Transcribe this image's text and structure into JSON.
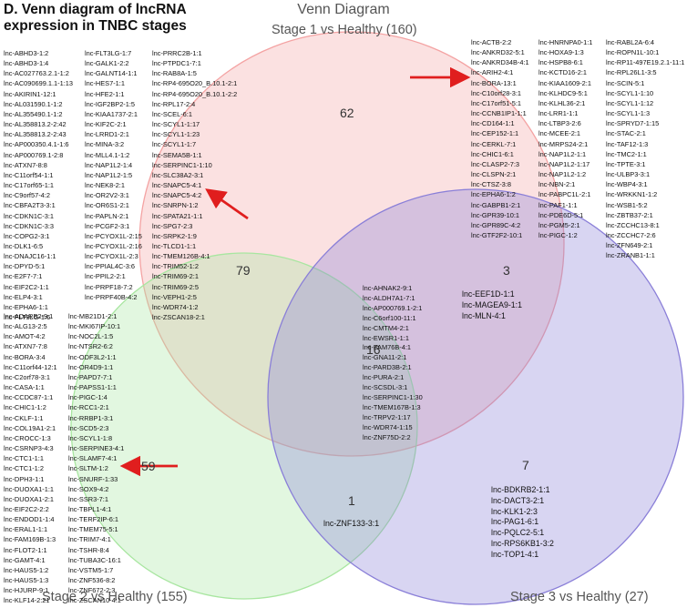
{
  "figure_title": "D. Venn diagram of lncRNA expression in TNBC stages",
  "diagram_title": "Venn Diagram",
  "sets": {
    "stage1": {
      "label": "Stage 1 vs Healthy (160)",
      "color": "#f4a3a3"
    },
    "stage2": {
      "label": "Stage 2 vs Healthy (155)",
      "color": "#a8e6a0"
    },
    "stage3": {
      "label": "Stage 3 vs Healthy (27)",
      "color": "#8a7fd8"
    }
  },
  "arrow_color": "#e01e1e",
  "region_counts": {
    "s1_only": "62",
    "s2_only": "59",
    "s3_only": "7",
    "s1_s2": "79",
    "s1_s3": "3",
    "s2_s3": "1",
    "all": "16"
  },
  "lists": {
    "s1_only_a": [
      "lnc-ACTB-2:2",
      "lnc-ANKRD32-5:1",
      "lnc-ANKRD34B-4:1",
      "lnc-ARIH2-4:1",
      "lnc-BORA-13:1",
      "lnc-C10orf28-3:1",
      "lnc-C17orf51-5:1",
      "lnc-CCNB1IP1-1:1",
      "lnc-CD164-1:1",
      "lnc-CEP152-1:1",
      "lnc-CERKL-7:1",
      "lnc-CHIC1-6:1",
      "lnc-CLASP2-7:3",
      "lnc-CLSPN-2:1",
      "lnc-CTSZ-3:8",
      "lnc-EPHA6-1:2",
      "lnc-GABPB1-2:1",
      "lnc-GPR39-10:1",
      "lnc-GPR89C-4:2",
      "lnc-GTF2F2-10:1"
    ],
    "s1_only_b": [
      "lnc-HNRNPA0-1:1",
      "lnc-HOXA9-1:3",
      "lnc-HSPB8-6:1",
      "lnc-KCTD16-2:1",
      "lnc-KIAA1609-2:1",
      "lnc-KLHDC9-5:1",
      "lnc-KLHL36-2:1",
      "lnc-LRR1-1:1",
      "lnc-LTBP3-2:6",
      "lnc-MCEE-2:1",
      "lnc-MRPS24-2:1",
      "lnc-NAP1L2-1:1",
      "lnc-NAP1L2-1:17",
      "lnc-NAP1L2-1:2",
      "lnc-NBN-2:1",
      "lnc-PABPC1L-2:1",
      "lnc-PAF1-1:1",
      "lnc-PDE6D-5:1",
      "lnc-PGM5-2:1",
      "lnc-PIGC-1:2"
    ],
    "s1_only_c": [
      "lnc-RABL2A-6:4",
      "lnc-ROPN1L-10:1",
      "lnc-RP11-497E19.2.1-11:1",
      "lnc-RPL26L1-3:5",
      "lnc-SCIN-5:1",
      "lnc-SCYL1-1:10",
      "lnc-SCYL1-1:12",
      "lnc-SCYL1-1:3",
      "lnc-SPRYD7-1:15",
      "lnc-STAC-2:1",
      "lnc-TAF12-1:3",
      "lnc-TMC2-1:1",
      "lnc-TPTE-3:1",
      "lnc-ULBP3-3:1",
      "lnc-WBP4-3:1",
      "lnc-WRKKN1-1:2",
      "lnc-WSB1-5:2",
      "lnc-ZBTB37-2:1",
      "lnc-ZCCHC13-8:1",
      "lnc-ZCCHC7-2:6",
      "lnc-ZFN649-2:1",
      "lnc-ZRANB1-1:1"
    ],
    "s1_s2_a": [
      "lnc-ABHD3-1:2",
      "lnc-ABHD3-1:4",
      "lnc-AC027763.2.1-1:2",
      "lnc-AC090699.1.1-1:13",
      "lnc-AKIRIN1-12:1",
      "lnc-AL031590.1-1:2",
      "lnc-AL355490.1-1:2",
      "lnc-AL358813.2-2:42",
      "lnc-AL358813.2-2:43",
      "lnc-AP000350.4.1-1:6",
      "lnc-AP000769.1-2:8",
      "lnc-ATXN7-8:8",
      "lnc-C11orf54-1:1",
      "lnc-C17orf65-1:1",
      "lnc-C9orf57-4:2",
      "lnc-CBFA2T3-3:1",
      "lnc-CDKN1C-3:1",
      "lnc-CDKN1C-3:3",
      "lnc-COPG2-3:1",
      "lnc-DLK1-6:5",
      "lnc-DNAJC16-1:1",
      "lnc-DPYD-5:1",
      "lnc-E2F7-7:1",
      "lnc-EIF2C2-1:1",
      "lnc-ELP4-3:1",
      "lnc-EPHA6-1:1",
      "lnc-FLT3LG-1:6"
    ],
    "s1_s2_b": [
      "lnc-FLT3LG-1:7",
      "lnc-GALK1-2:2",
      "lnc-GALNT14-1:1",
      "lnc-HES7-1:1",
      "lnc-HFE2-1:1",
      "lnc-IGF2BP2-1:5",
      "lnc-KIAA1737-2:1",
      "lnc-KIF2C-2:1",
      "lnc-LRRD1-2:1",
      "lnc-MINA-3:2",
      "lnc-MLL4.1-1:2",
      "lnc-NAP1L2-1:4",
      "lnc-NAP1L2-1:5",
      "lnc-NEK8-2:1",
      "lnc-OR2V2-3:1",
      "lnc-OR6S1-2:1",
      "lnc-PAPLN-2:1",
      "lnc-PCGF2-3:1",
      "lnc-PCYOX1L-2:15",
      "lnc-PCYOX1L-2:16",
      "lnc-PCYOX1L-2:3",
      "lnc-PPIAL4C-3:6",
      "lnc-PPIL2-2:1",
      "lnc-PRPF18-7:2",
      "lnc-PRPF40B-4:2"
    ],
    "s1_s2_c": [
      "lnc-PRRC2B-1:1",
      "lnc-PTPDC1-7:1",
      "lnc-RAB8A-1:5",
      "lnc-RP4-695O20_B.10.1-2:1",
      "lnc-RP4-695O20_B.10.1-2:2",
      "lnc-RPL17-2:4",
      "lnc-SCEL-6:1",
      "lnc-SCYL1-1:17",
      "lnc-SCYL1-1:23",
      "lnc-SCYL1-1:7",
      "lnc-SEMA5B-1:1",
      "lnc-SERPINC1-1:10",
      "lnc-SLC38A2-3:1",
      "lnc-SNAPC5-4:1",
      "lnc-SNAPC5-4:2",
      "lnc-SNRPN-1:2",
      "lnc-SPATA21-1:1",
      "lnc-SPG7-2:3",
      "lnc-SRPK2-1:9",
      "lnc-TLCD1-1:1",
      "lnc-TMEM126B-4:1",
      "lnc-TRIM52-1:2",
      "lnc-TRIM69-2:1",
      "lnc-TRIM69-2:5",
      "lnc-VEPH1-2:5",
      "lnc-WDR74-1:2",
      "lnc-ZSCAN18-2:1"
    ],
    "s2_only_a": [
      "lnc-ADARB2-9:1",
      "lnc-ALG13-2:5",
      "lnc-AMOT-4:2",
      "lnc-ATXN7-7:8",
      "lnc-BORA-3:4",
      "lnc-C11orf44-12:1",
      "lnc-C2orf78-3:1",
      "lnc-CASA-1:1",
      "lnc-CCDC87-1:1",
      "lnc-CHIC1-1:2",
      "lnc-CKLF-1:1",
      "lnc-COL19A1-2:1",
      "lnc-CROCC-1:3",
      "lnc-CSRNP3-4:3",
      "lnc-CTC1-1:1",
      "lnc-CTC1-1:2",
      "lnc-DPH3-1:1",
      "lnc-DUOXA1-1:1",
      "lnc-DUOXA1-2:1",
      "lnc-EIF2C2-2:2",
      "lnc-ENDOD1-1:4",
      "lnc-ERAL1-1:1",
      "lnc-FAM169B-1:3",
      "lnc-FLOT2-1:1",
      "lnc-GAMT-4:1",
      "lnc-HAUS5-1:2",
      "lnc-HAUS5-1:3",
      "lnc-HJURP-9:1",
      "lnc-KLF14-2:21"
    ],
    "s2_only_b": [
      "lnc-MB21D1-2:1",
      "lnc-MKI67IP-10:1",
      "lnc-NOC2L-1:5",
      "lnc-NTSR2-6:2",
      "lnc-ODF3L2-1:1",
      "lnc-OR4D9-1:1",
      "lnc-PAPD7-7:1",
      "lnc-PAPSS1-1:1",
      "lnc-PIGC-1:4",
      "lnc-RCC1-2:1",
      "lnc-RRBP1-3:1",
      "lnc-SCD5-2:3",
      "lnc-SCYL1-1:8",
      "lnc-SERPINE3-4:1",
      "lnc-SLAMF7-4:1",
      "lnc-SLTM-1:2",
      "lnc-SNURF-1:33",
      "lnc-SOX9-4:2",
      "lnc-SSR3-7:1",
      "lnc-TBPL1-4:1",
      "lnc-TERF2IP-6:1",
      "lnc-TMEM75-5:1",
      "lnc-TRIM7-4:1",
      "lnc-TSHR-8:4",
      "lnc-TUBA3C-16:1",
      "lnc-VSTM5-1:7",
      "lnc-ZNF536-8:2",
      "lnc-ZNF672-2:3",
      "lnc-ZSCAN10-4:1"
    ],
    "all_three": [
      "lnc-AHNAK2-9:1",
      "lnc-ALDH7A1-7:1",
      "lnc-AP000769.1-2:1",
      "lnc-C6orf100-11:1",
      "lnc-CMTM4-2:1",
      "lnc-EWSR1-1:1",
      "lnc-FAM76B-4:1",
      "lnc-GNA11-2:1",
      "lnc-PARD3B-2:1",
      "lnc-PURA-2:1",
      "lnc-SCSDL-3:1",
      "lnc-SERPINC1-1:30",
      "lnc-TMEM167B-1:3",
      "lnc-TRPV2-1:17",
      "lnc-WDR74-1:15",
      "lnc-ZNF75D-2:2"
    ],
    "s1_s3": [
      "lnc-EEF1D-1:1",
      "lnc-MAGEA9-1:1",
      "lnc-MLN-4:1"
    ],
    "s3_only": [
      "lnc-BDKRB2-1:1",
      "lnc-DACT3-2:1",
      "lnc-KLK1-2:3",
      "lnc-PAG1-6:1",
      "lnc-PQLC2-5:1",
      "lnc-RPS6KB1-3:2",
      "lnc-TOP1-4:1"
    ],
    "s2_s3": [
      "lnc-ZNF133-3:1"
    ]
  }
}
